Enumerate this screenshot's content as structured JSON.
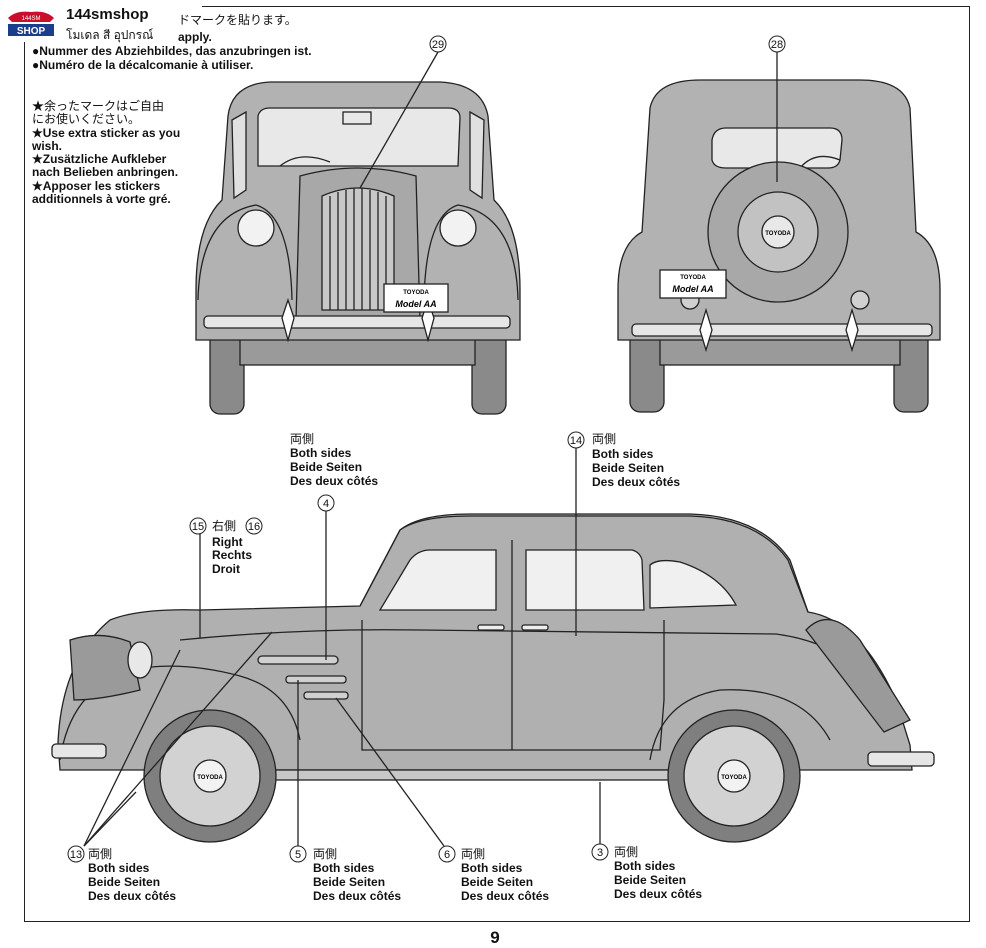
{
  "logo": {
    "name": "144smshop",
    "subtitle": "โมเดล สี อุปกรณ์",
    "badge_top": "144SM",
    "badge_bottom": "SHOP"
  },
  "header": {
    "jp": "ドマークを貼ります。",
    "en": "apply.",
    "de": "●Nummer des Abziehbildes, das anzubringen ist.",
    "fr": "●Numéro de la décalcomanie à utiliser."
  },
  "extra_note": {
    "jp1": "★余ったマークはご自由",
    "jp2": "にお使いください。",
    "en": "★Use extra sticker as you wish.",
    "de": "★Zusätzliche Aufkleber nach Belieben anbringen.",
    "fr": "★Apposer les stickers additionnels à vorte gré."
  },
  "callouts": {
    "c29": "29",
    "c28": "28",
    "c14": "14",
    "c15": "15",
    "c16": "16",
    "c4": "4",
    "c13": "13",
    "c5": "5",
    "c6": "6",
    "c3": "3"
  },
  "labels": {
    "both_jp": "両側",
    "both_en": "Both sides",
    "both_de": "Beide Seiten",
    "both_fr": "Des deux côtés",
    "right_jp": "右側",
    "right_en": "Right",
    "right_de": "Rechts",
    "right_fr": "Droit"
  },
  "plates": {
    "front_small": "TOYODA",
    "front_big": "Model AA",
    "rear_small": "TOYODA",
    "rear_big": "Model AA",
    "wheel": "TOYODA"
  },
  "page_number": "9"
}
